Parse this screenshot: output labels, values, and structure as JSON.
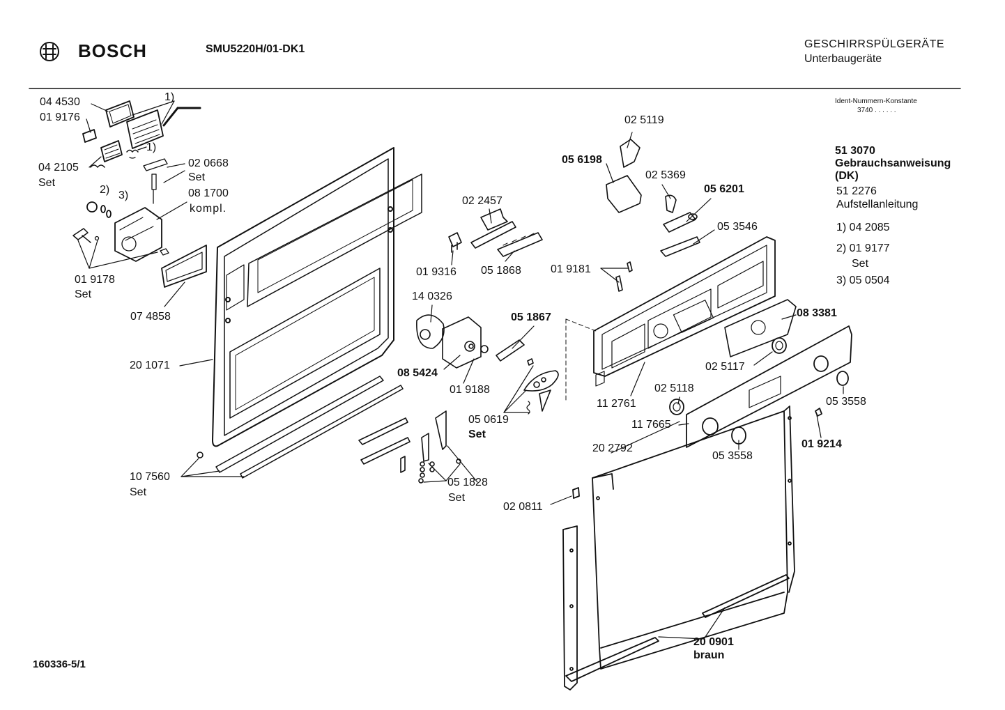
{
  "header": {
    "brand": "BOSCH",
    "model": "SMU5220H/01-DK1",
    "category": "GESCHIRRSPÜLGERÄTE",
    "subcategory": "Unterbaugeräte",
    "ident_label": "Ident-Nummern-Konstante",
    "ident_value": "3740  . .   . . . ."
  },
  "info": {
    "doc1_no": "51 3070",
    "doc1_name": "Gebrauchsanweisung",
    "doc1_lang": "(DK)",
    "doc2_no": "51 2276",
    "doc2_name": "Aufstellanleitung",
    "fn1": "1) 04 2085",
    "fn2": "2) 01 9177",
    "fn2_sub": "Set",
    "fn3": "3) 05 0504"
  },
  "footer": {
    "page_id": "160336-5/1"
  },
  "parts": {
    "p044530": "04 4530",
    "p019176": "01 9176",
    "p042105": "04 2105",
    "set_a": "Set",
    "fn1_a": "1)",
    "fn1_b": "1)",
    "fn2_a": "2)",
    "fn3_a": "3)",
    "p020668": "02 0668",
    "set_b": "Set",
    "p081700": "08 1700",
    "kompl": "kompl.",
    "p019178": "01 9178",
    "set_c": "Set",
    "p074858": "07 4858",
    "p201071": "20 1071",
    "p107560": "10 7560",
    "set_d": "Set",
    "p022457": "02 2457",
    "p019316": "01 9316",
    "p051868": "05 1868",
    "p140326": "14 0326",
    "p051867": "05 1867",
    "p085424": "08 5424",
    "p019188": "01 9188",
    "p050619": "05 0619",
    "set_e": "Set",
    "p051828": "05 1828",
    "set_f": "Set",
    "p025119": "02 5119",
    "p056198": "05 6198",
    "p025369": "02 5369",
    "p056201": "05 6201",
    "p053546": "05 3546",
    "p019181": "01 9181",
    "p083381": "08 3381",
    "p025117": "02 5117",
    "p025118": "02 5118",
    "p112761": "11 2761",
    "p117665": "11 7665",
    "p053558a": "05 3558",
    "p053558b": "05 3558",
    "p019214": "01 9214",
    "p202792": "20 2792",
    "p020811": "02 0811",
    "p200901": "20 0901",
    "braun": "braun"
  }
}
